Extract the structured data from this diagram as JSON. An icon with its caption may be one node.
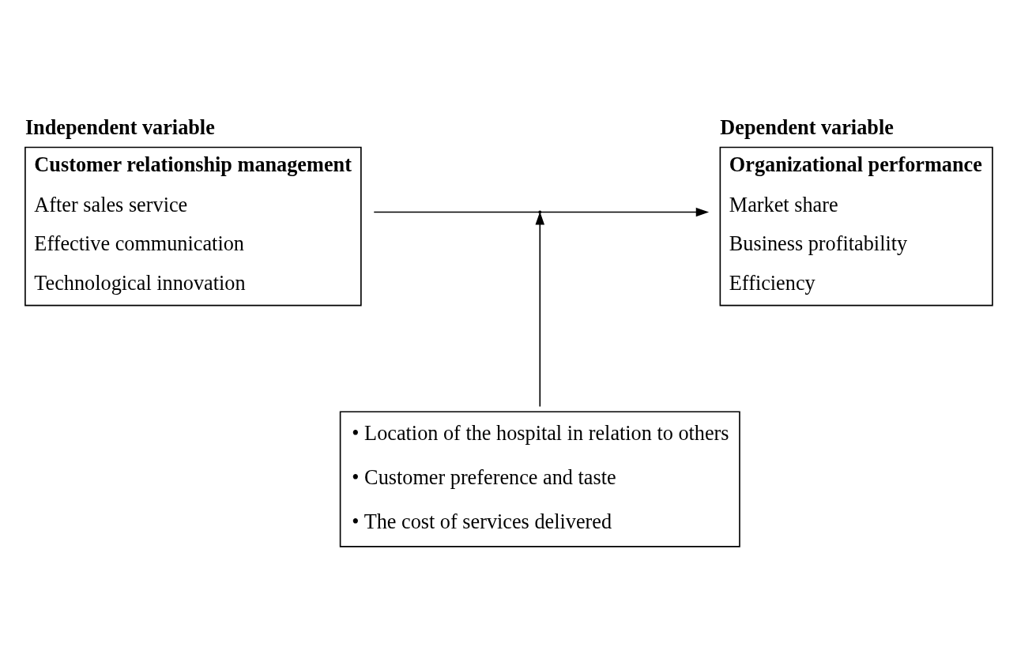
{
  "diagram": {
    "nodes": [
      {
        "text": [
          "Independent variable",
          "Customer relationship management",
          "After sales service",
          "Effective communication",
          "Technological innovation"
        ]
      },
      {
        "text": [
          "Dependent variable",
          "Organizational performance",
          "Market share",
          "Business profitability",
          "Efficiency"
        ]
      },
      {
        "text": [
          "• Location of the hospital in relation to others",
          "• Customer preference and taste",
          "• The cost of services delivered"
        ]
      }
    ],
    "edges": [
      {
        "from": 0,
        "to": 1,
        "arrow": "to"
      },
      {
        "from": 2,
        "to": null,
        "arrow": "to"
      }
    ]
  }
}
